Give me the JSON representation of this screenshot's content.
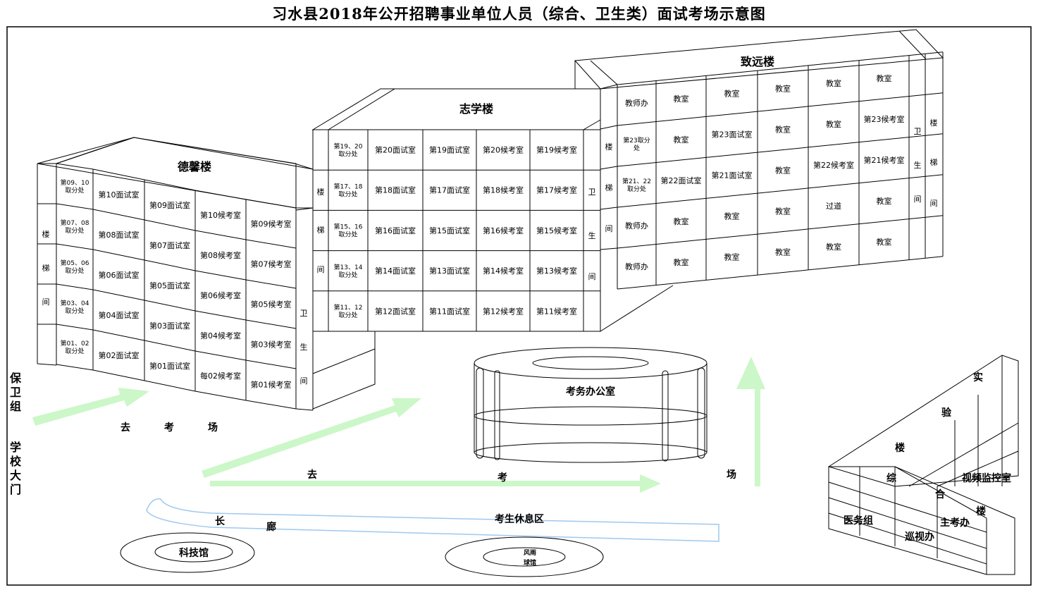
{
  "title": "习水县2018年公开招聘事业单位人员（综合、卫生类）面试考场示意图",
  "buildings": {
    "dexin": {
      "name": "德馨楼",
      "stair": [
        "楼",
        "梯",
        "间"
      ],
      "wc": [
        "卫",
        "生",
        "间"
      ],
      "rows": [
        [
          "第09、10\n取分处",
          "第10面试室",
          "第09面试室",
          "第10候考室",
          "第09候考室"
        ],
        [
          "第07、08\n取分处",
          "第08面试室",
          "第07面试室",
          "第08候考室",
          "第07候考室"
        ],
        [
          "第05、06\n取分处",
          "第06面试室",
          "第05面试室",
          "第06候考室",
          "第05候考室"
        ],
        [
          "第03、04\n取分处",
          "第04面试室",
          "第03面试室",
          "第04候考室",
          "第03候考室"
        ],
        [
          "第01、02\n取分处",
          "第02面试室",
          "第01面试室",
          "每02候考室",
          "第01候考室"
        ]
      ]
    },
    "zhixue": {
      "name": "志学楼",
      "stair": [
        "楼",
        "梯",
        "间"
      ],
      "wc": [
        "卫",
        "生",
        "间"
      ],
      "rows": [
        [
          "第19、20\n取分处",
          "第20面试室",
          "第19面试室",
          "第20候考室",
          "第19候考室"
        ],
        [
          "第17、18\n取分处",
          "第18面试室",
          "第17面试室",
          "第18候考室",
          "第17候考室"
        ],
        [
          "第15、16\n取分处",
          "第16面试室",
          "第15面试室",
          "第16候考室",
          "第15候考室"
        ],
        [
          "第13、14\n取分处",
          "第14面试室",
          "第13面试室",
          "第14候考室",
          "第13候考室"
        ],
        [
          "第11、12\n取分处",
          "第12面试室",
          "第11面试室",
          "第12候考室",
          "第11候考室"
        ]
      ]
    },
    "zhiyuan": {
      "name": "致远楼",
      "stair": [
        "楼",
        "梯",
        "间"
      ],
      "wc": [
        "卫",
        "生",
        "间"
      ],
      "rows": [
        [
          "教师办",
          "教室",
          "教室",
          "教室",
          "教室",
          "教室"
        ],
        [
          "第23取分\n处",
          "教室",
          "第23面试室",
          "教室",
          "教室",
          "第23候考室"
        ],
        [
          "第21、22\n取分处",
          "第22面试室",
          "第21面试室",
          "教室",
          "第22候考室",
          "第21候考室"
        ],
        [
          "教师办",
          "教室",
          "教室",
          "教室",
          "过道",
          "教室"
        ],
        [
          "教师办",
          "教室",
          "教室",
          "教室",
          "教室",
          "教室"
        ]
      ]
    },
    "shiyan": {
      "name_chars": [
        "实",
        "验",
        "楼"
      ],
      "room": "视频监控室"
    },
    "zonghe": {
      "name_chars": [
        "综",
        "合",
        "楼"
      ],
      "rooms": [
        "医务组",
        "巡视办",
        "主考办"
      ]
    }
  },
  "exam_office": "考务办公室",
  "guard": [
    "保",
    "卫",
    "组"
  ],
  "school_gate": [
    "学",
    "校",
    "大",
    "门"
  ],
  "arrow_text_1": [
    "去",
    "考",
    "场"
  ],
  "arrow_text_2": [
    "去",
    "考",
    "场"
  ],
  "corridor": [
    "长",
    "廊"
  ],
  "rest_area": "考生休息区",
  "keji": "科技馆",
  "fengyu": [
    "风雨",
    "球馆"
  ]
}
